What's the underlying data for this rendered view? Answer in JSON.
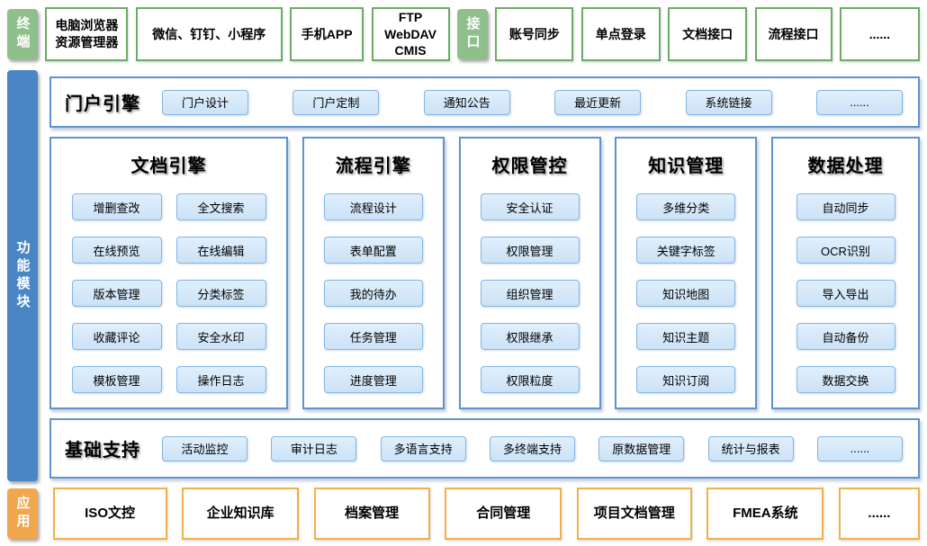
{
  "colors": {
    "green_label_bg": "#8FBF8B",
    "green_box_border": "#6CAB63",
    "blue_label_bg": "#4A86C6",
    "panel_border": "#5E93CE",
    "button_border": "#85B5E5",
    "button_bg": "#D5E8F8",
    "orange_label_bg": "#F1A74D",
    "orange_box_border": "#F4AF47"
  },
  "terminal": {
    "label": "终端",
    "items": [
      "电脑浏览器\n资源管理器",
      "微信、钉钉、小程序",
      "手机APP",
      "FTP\nWebDAV\nCMIS"
    ]
  },
  "interface": {
    "label": "接口",
    "items": [
      "账号同步",
      "单点登录",
      "文档接口",
      "流程接口",
      "......"
    ]
  },
  "modules": {
    "label": "功能模块",
    "portal": {
      "title": "门户引擎",
      "buttons": [
        "门户设计",
        "门户定制",
        "通知公告",
        "最近更新",
        "系统链接",
        "......"
      ]
    },
    "columns": [
      {
        "title": "文档引擎",
        "buttons": [
          "增删查改",
          "全文搜索",
          "在线预览",
          "在线编辑",
          "版本管理",
          "分类标签",
          "收藏评论",
          "安全水印",
          "模板管理",
          "操作日志"
        ]
      },
      {
        "title": "流程引擎",
        "buttons": [
          "流程设计",
          "表单配置",
          "我的待办",
          "任务管理",
          "进度管理"
        ]
      },
      {
        "title": "权限管控",
        "buttons": [
          "安全认证",
          "权限管理",
          "组织管理",
          "权限继承",
          "权限粒度"
        ]
      },
      {
        "title": "知识管理",
        "buttons": [
          "多维分类",
          "关键字标签",
          "知识地图",
          "知识主题",
          "知识订阅"
        ]
      },
      {
        "title": "数据处理",
        "buttons": [
          "自动同步",
          "OCR识别",
          "导入导出",
          "自动备份",
          "数据交换"
        ]
      }
    ],
    "support": {
      "title": "基础支持",
      "buttons": [
        "活动监控",
        "审计日志",
        "多语言支持",
        "多终端支持",
        "原数据管理",
        "统计与报表",
        "......"
      ]
    }
  },
  "application": {
    "label": "应用",
    "items": [
      "ISO文控",
      "企业知识库",
      "档案管理",
      "合同管理",
      "项目文档管理",
      "FMEA系统",
      "......"
    ]
  }
}
